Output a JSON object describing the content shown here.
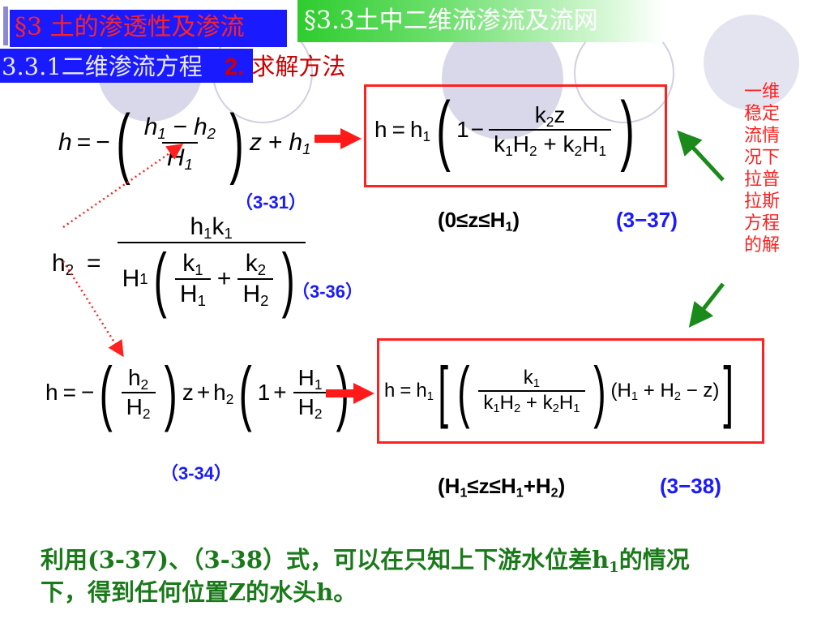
{
  "header": {
    "section_tab": "§3 土的渗透性及渗流",
    "topic_tab": "§3.3土中二维流渗流及流网"
  },
  "subheader": {
    "subsection": "3.3.1二维渗流方程",
    "method_num": "2.",
    "method_text": "求解方法"
  },
  "side_note": {
    "lines": [
      "一维",
      "稳定",
      "流情",
      "况下",
      "拉普",
      "拉斯",
      "方程",
      "的解"
    ]
  },
  "equations": {
    "eq31_label": "（3-31）",
    "eq36_label": "（3-36）",
    "eq34_label": "（3-34）",
    "eq37_condition": "(0≤z≤H",
    "eq37_condition_sub": "1",
    "eq37_condition_end": ")",
    "eq37_tag": "(3−37)",
    "eq38_condition_a": "(H",
    "eq38_condition_b": "≤z≤H",
    "eq38_condition_c": "+H",
    "eq38_condition_d": ")",
    "eq38_tag": "(3−38)"
  },
  "conclusion": {
    "line1_a": "利用(3-37)、（3-38）式，可以在只知上下游水位差h",
    "line1_sub": "1",
    "line1_b": "的情况",
    "line2": "下，得到任何位置Z的水头h。"
  },
  "colors": {
    "accent_blue": "#1a1aff",
    "accent_red": "#ff2020",
    "accent_green": "#1a8a1a",
    "text_green": "#1a7a1a"
  }
}
